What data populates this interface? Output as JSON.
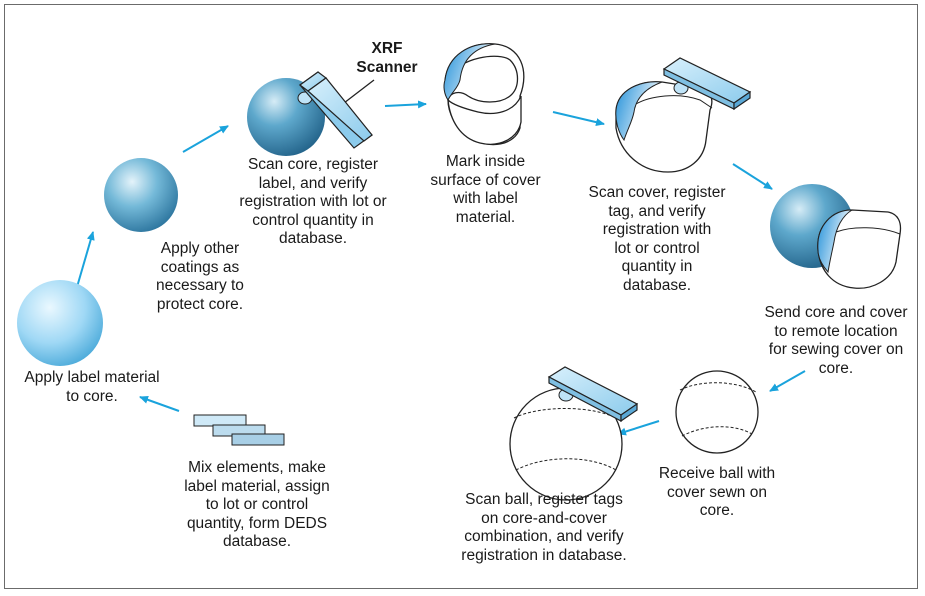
{
  "labels": {
    "xrf": "XRF\nScanner",
    "apply_label": "Apply label material\nto core.",
    "coatings": "Apply other\ncoatings as\nnecessary to\nprotect core.",
    "scan_core": "Scan core, register\nlabel, and verify\nregistration with lot or\ncontrol quantity in\ndatabase.",
    "mark_inside": "Mark inside\nsurface of cover\nwith label\nmaterial.",
    "scan_cover": "Scan cover, register\ntag, and verify\nregistration with\nlot or control\nquantity in\ndatabase.",
    "send": "Send core and cover\nto remote location\nfor sewing cover on\ncore.",
    "receive": "Receive ball with\ncover sewn on\ncore.",
    "scan_ball": "Scan ball, register tags\non core-and-cover\ncombination, and verify\nregistration in database.",
    "mix": "Mix elements, make\nlabel material, assign\nto lot or control\nquantity, form DEDS\ndatabase."
  },
  "colors": {
    "arrow": "#1aa3dc",
    "core_light": "#d9f2ff",
    "core_mid": "#5fb4dc",
    "core_dark": "#2f7fa8",
    "scanner_top": "#bfe3f7",
    "scanner_side": "#7fbfe2",
    "cover_blue": "#2c9be0",
    "outline": "#222222"
  },
  "icons": [
    "sphere-icon",
    "scanner-icon",
    "cover-icon",
    "baseball-icon",
    "label-sheets-icon",
    "arrow-icon"
  ]
}
